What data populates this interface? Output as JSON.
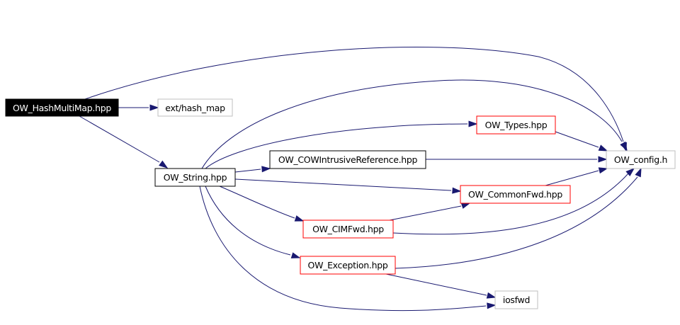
{
  "nodes": {
    "hashmultimap": {
      "label": "OW_HashMultiMap.hpp",
      "style": "root"
    },
    "hash_map": {
      "label": "ext/hash_map",
      "style": "external"
    },
    "string": {
      "label": "OW_String.hpp",
      "style": "normal"
    },
    "types": {
      "label": "OW_Types.hpp",
      "style": "truncated"
    },
    "cowref": {
      "label": "OW_COWIntrusiveReference.hpp",
      "style": "normal"
    },
    "config": {
      "label": "OW_config.h",
      "style": "external"
    },
    "commonfwd": {
      "label": "OW_CommonFwd.hpp",
      "style": "truncated"
    },
    "cimfwd": {
      "label": "OW_CIMFwd.hpp",
      "style": "truncated"
    },
    "exception": {
      "label": "OW_Exception.hpp",
      "style": "truncated"
    },
    "iosfwd": {
      "label": "iosfwd",
      "style": "external"
    }
  },
  "edges": [
    {
      "from": "hashmultimap",
      "to": "hash_map"
    },
    {
      "from": "hashmultimap",
      "to": "config"
    },
    {
      "from": "hashmultimap",
      "to": "string"
    },
    {
      "from": "string",
      "to": "config"
    },
    {
      "from": "string",
      "to": "types"
    },
    {
      "from": "string",
      "to": "cowref"
    },
    {
      "from": "string",
      "to": "commonfwd"
    },
    {
      "from": "string",
      "to": "cimfwd"
    },
    {
      "from": "string",
      "to": "exception"
    },
    {
      "from": "string",
      "to": "iosfwd"
    },
    {
      "from": "types",
      "to": "config"
    },
    {
      "from": "cowref",
      "to": "config"
    },
    {
      "from": "commonfwd",
      "to": "config"
    },
    {
      "from": "cimfwd",
      "to": "commonfwd"
    },
    {
      "from": "cimfwd",
      "to": "config"
    },
    {
      "from": "exception",
      "to": "config"
    },
    {
      "from": "exception",
      "to": "iosfwd"
    }
  ],
  "colors": {
    "edge": "#191970",
    "root_fill": "#000000",
    "root_text": "#ffffff",
    "normal_border": "#000000",
    "truncated_border": "#ff0000",
    "external_border": "#bfbfbf",
    "text": "#000000"
  }
}
